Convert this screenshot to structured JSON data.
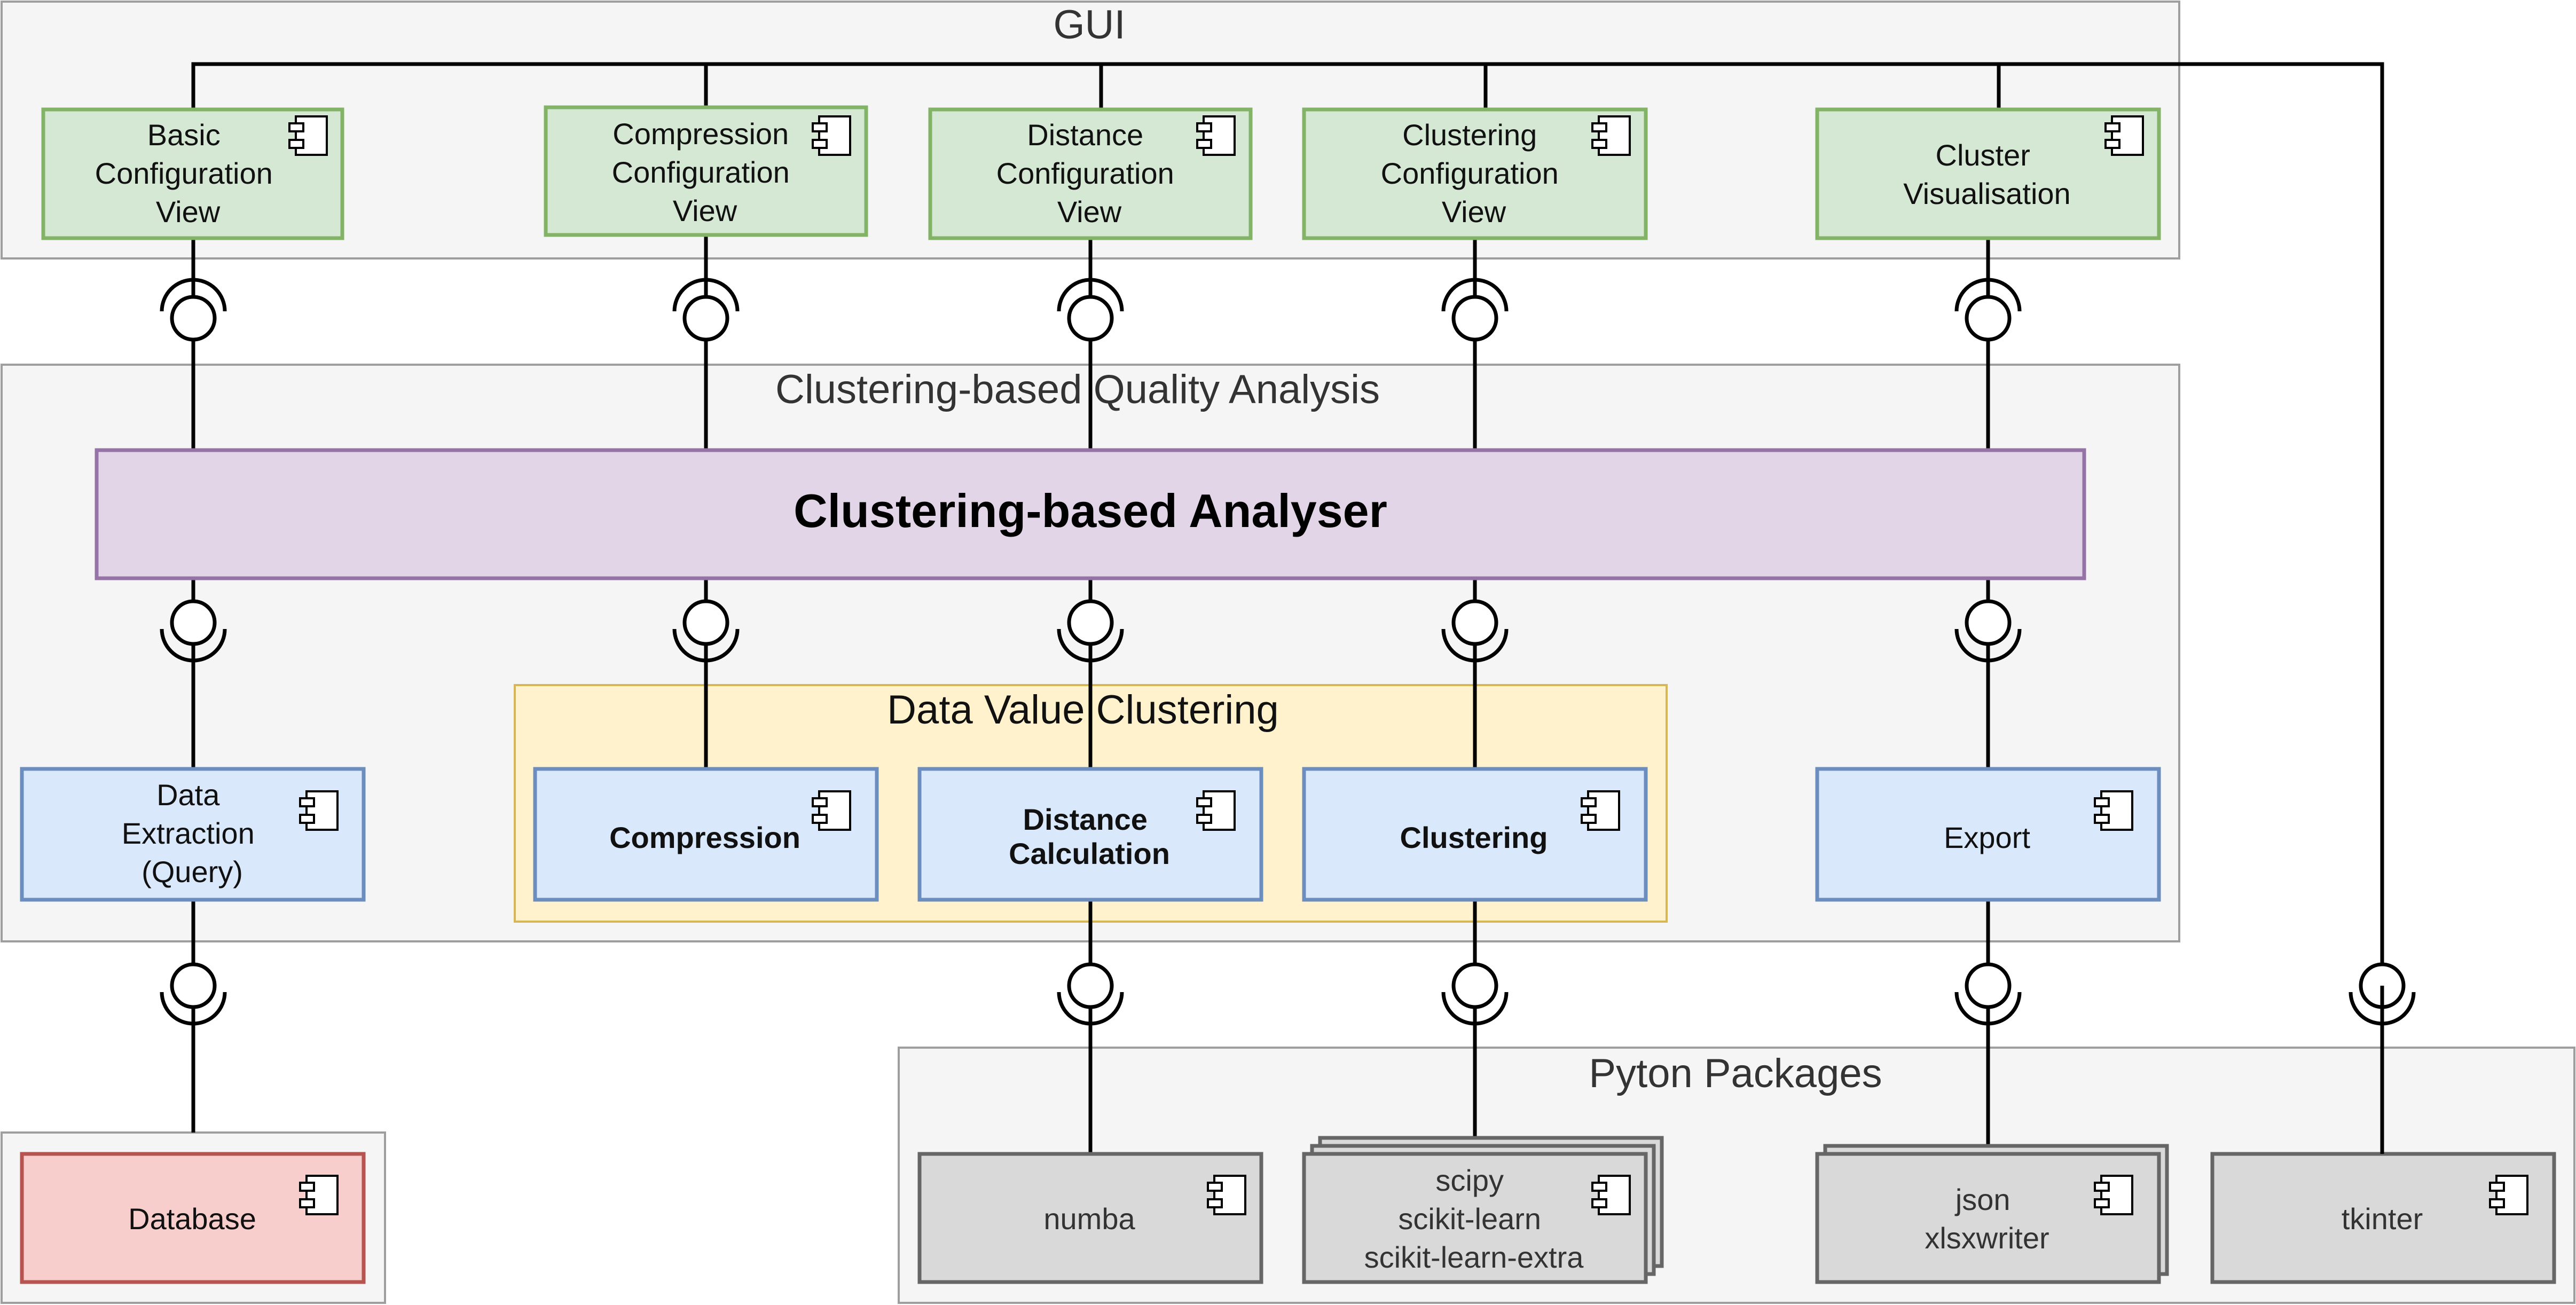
{
  "containers": {
    "gui": "GUI",
    "analysis": "Clustering-based Quality Analysis",
    "dvc": "Data Value Clustering",
    "packages": "Pyton Packages"
  },
  "analyser": "Clustering-based Analyser",
  "gui_views": [
    [
      "Basic",
      "Configuration",
      "View"
    ],
    [
      "Compression",
      "Configuration",
      "View"
    ],
    [
      "Distance",
      "Configuration",
      "View"
    ],
    [
      "Clustering",
      "Configuration",
      "View"
    ],
    [
      "Cluster",
      "Visualisation"
    ]
  ],
  "modules": {
    "data_extraction": [
      "Data",
      "Extraction",
      "(Query)"
    ],
    "compression": [
      "Compression"
    ],
    "distance": [
      "Distance",
      "Calculation"
    ],
    "clustering": [
      "Clustering"
    ],
    "export": [
      "Export"
    ]
  },
  "database": "Database",
  "packages": {
    "numba": [
      "numba"
    ],
    "scipy": [
      "scipy",
      "scikit-learn",
      "scikit-learn-extra"
    ],
    "json": [
      "json",
      "xlsxwriter"
    ],
    "tkinter": [
      "tkinter"
    ]
  },
  "colors": {
    "gui_fill": "#d5e8d4",
    "gui_stroke": "#82b366",
    "module_fill": "#dae8fc",
    "module_stroke": "#6c8ebf",
    "analyser_fill": "#e1d5e7",
    "analyser_stroke": "#9673a6",
    "dvc_fill": "#fff2cc",
    "dvc_stroke": "#d6b656",
    "db_fill": "#f8cecc",
    "db_stroke": "#b85450",
    "pkg_fill": "#d9d9d9",
    "pkg_stroke": "#666666",
    "container_fill": "#f5f5f5",
    "container_stroke": "#9e9e9e"
  }
}
